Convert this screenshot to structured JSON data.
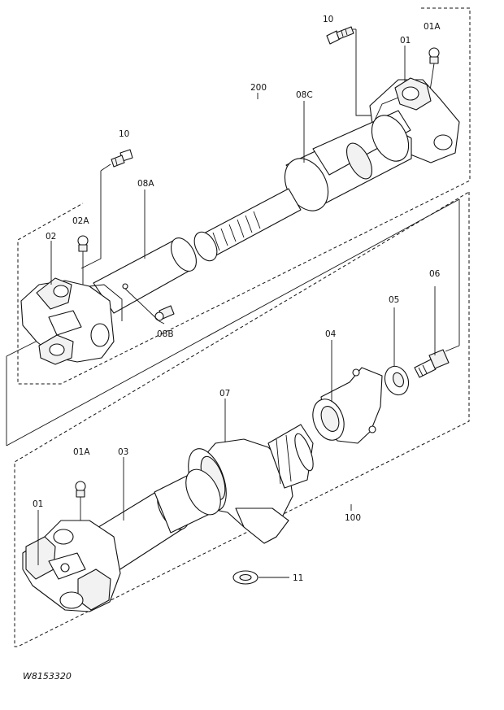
{
  "diagram": {
    "code": "W8153320",
    "labels": {
      "p10_top": "10",
      "p01A_top": "01A",
      "p01_top": "01",
      "p200": "200",
      "p08C": "08C",
      "p10_mid": "10",
      "p08A": "08A",
      "p02A": "02A",
      "p02": "02",
      "p08B": "08B",
      "p06": "06",
      "p05": "05",
      "p04": "04",
      "p07": "07",
      "p01A_low": "01A",
      "p03": "03",
      "p01_low": "01",
      "p100": "100",
      "p11": "11"
    }
  }
}
